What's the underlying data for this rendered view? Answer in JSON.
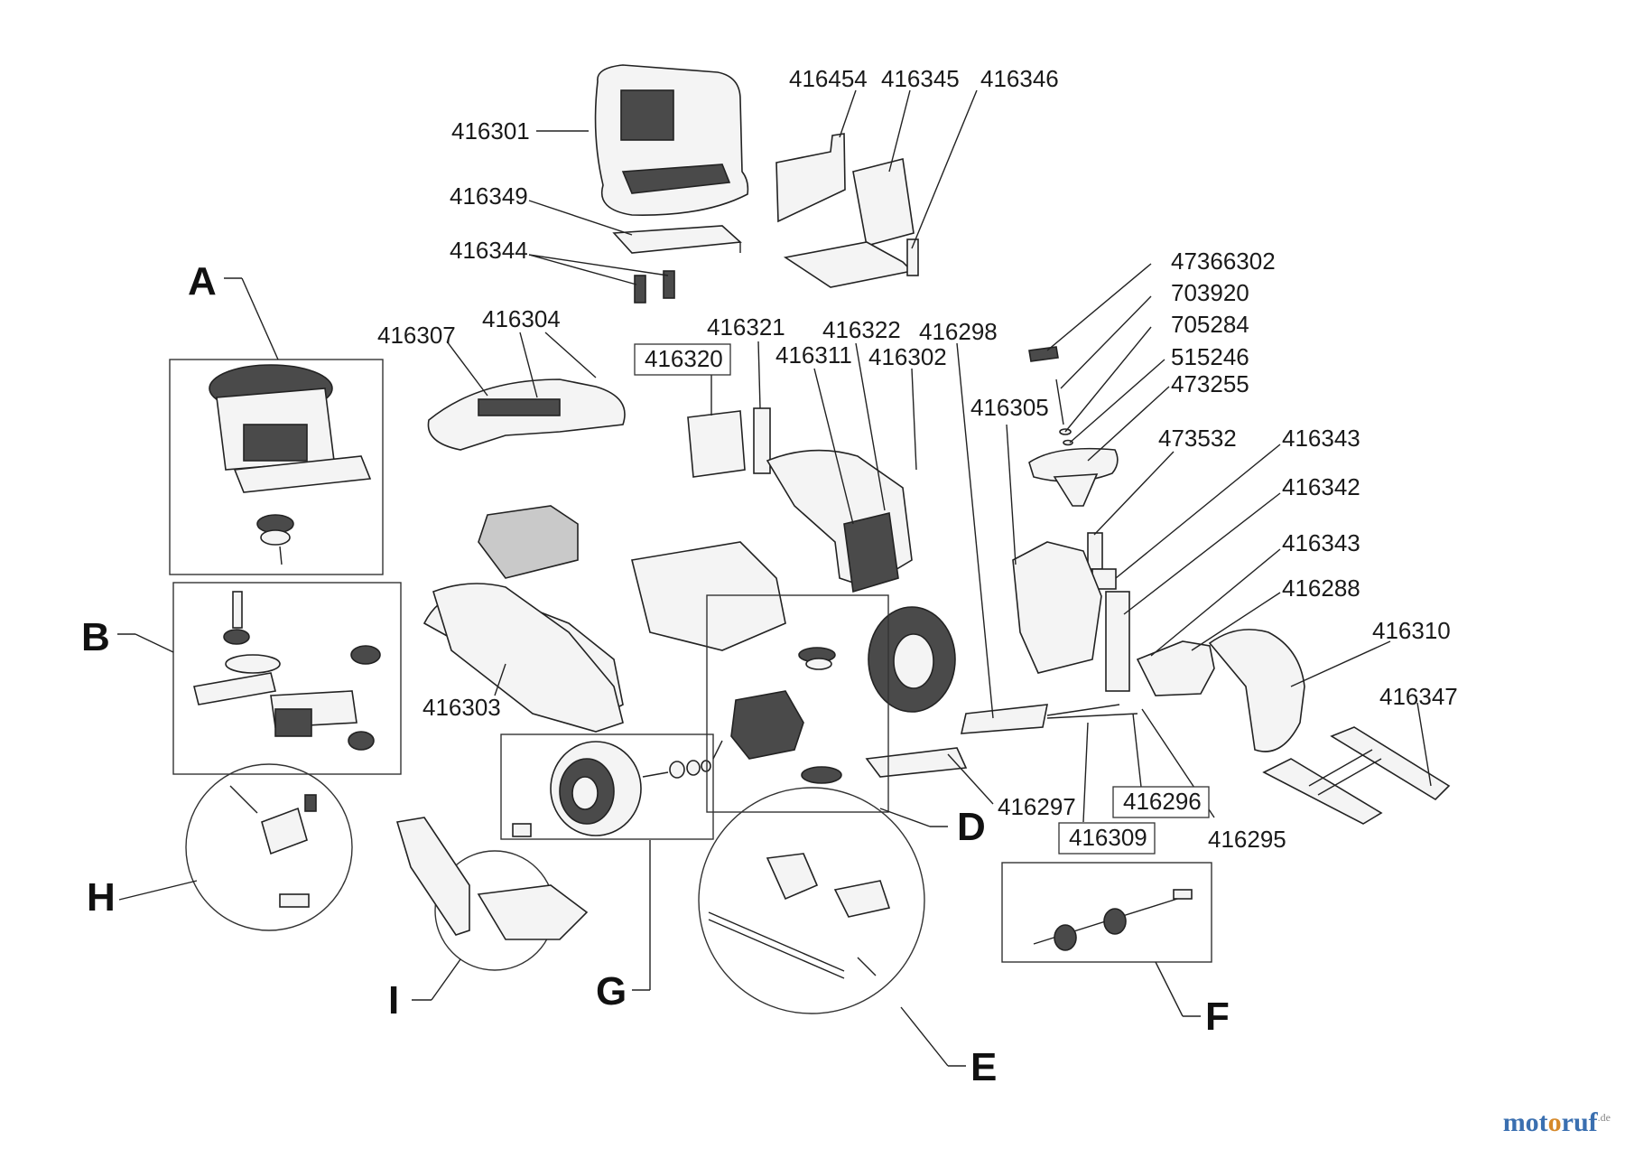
{
  "parts": {
    "p416301": "416301",
    "p416349": "416349",
    "p416344": "416344",
    "p416454": "416454",
    "p416345": "416345",
    "p416346": "416346",
    "p47366302": "47366302",
    "p703920": "703920",
    "p705284": "705284",
    "p515246": "515246",
    "p473255": "473255",
    "p473532": "473532",
    "p416343a": "416343",
    "p416342": "416342",
    "p416343b": "416343",
    "p416288": "416288",
    "p416310": "416310",
    "p416347": "416347",
    "p416307": "416307",
    "p416304": "416304",
    "p416321": "416321",
    "p416322": "416322",
    "p416298": "416298",
    "p416320": "416320",
    "p416311": "416311",
    "p416302": "416302",
    "p416305": "416305",
    "p416303": "416303",
    "p416297": "416297",
    "p416296": "416296",
    "p416309": "416309",
    "p416295": "416295"
  },
  "sections": {
    "A": "A",
    "B": "B",
    "H": "H",
    "I": "I",
    "G": "G",
    "D": "D",
    "E": "E",
    "F": "F"
  },
  "brand": {
    "part1": "mot",
    "part2": "o",
    "part3": "ruf",
    "suffix": ".de"
  },
  "colors": {
    "brand_blue": "#3a6fb0",
    "brand_orange": "#d6892a",
    "line": "#222222"
  }
}
